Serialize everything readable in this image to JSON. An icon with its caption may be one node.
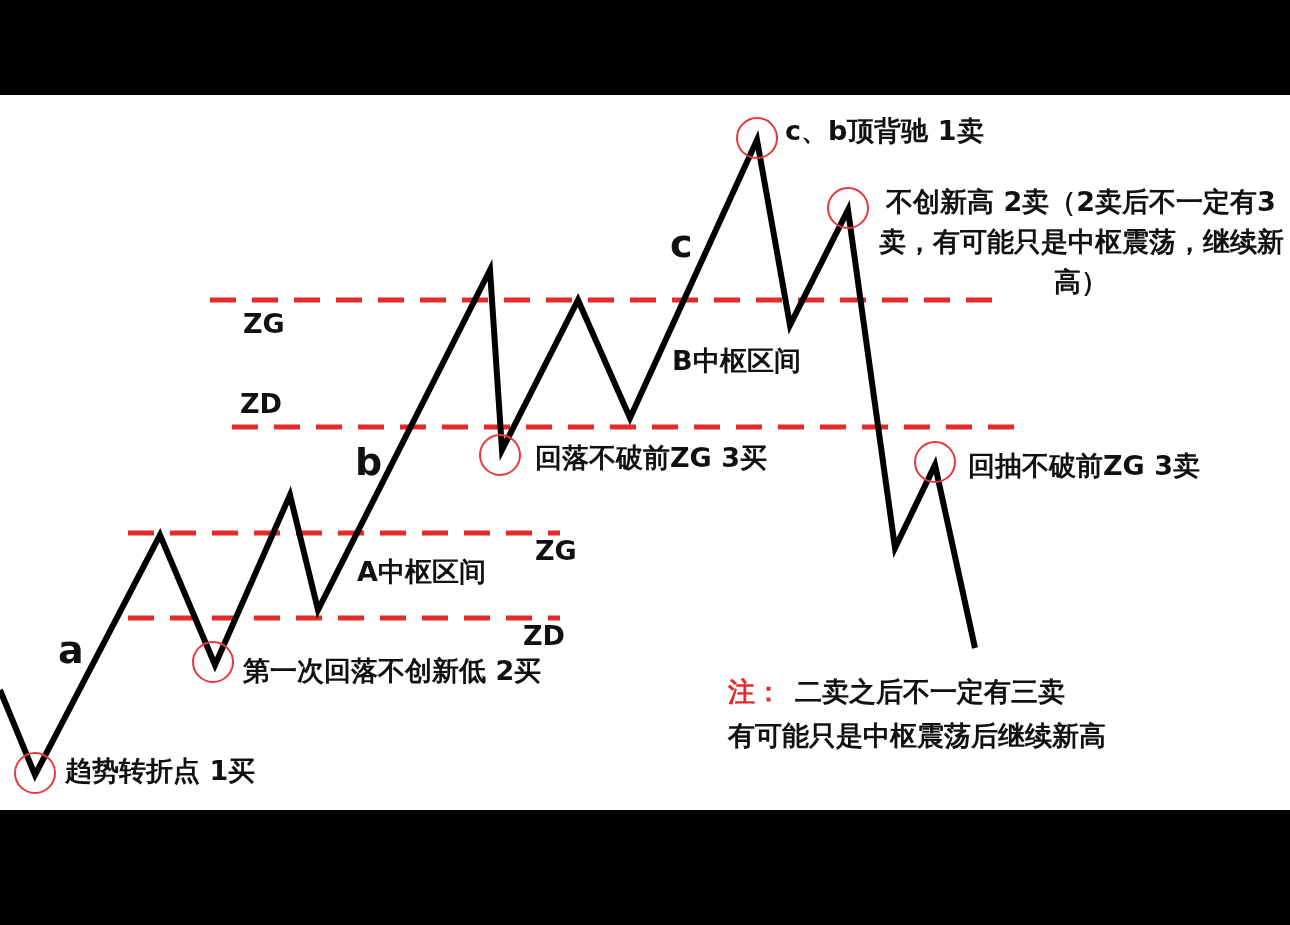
{
  "diagram": {
    "nodes": [
      {
        "text": [],
        "shape": "circle",
        "beside": [
          "趋势转折点 1买"
        ]
      },
      {
        "text": [],
        "shape": "circle",
        "beside": [
          "第一次回落不创新低 2买"
        ]
      },
      {
        "text": [],
        "shape": "circle",
        "beside": [
          "回落不破前ZG 3买"
        ]
      },
      {
        "text": [],
        "shape": "circle",
        "beside": [
          "c、b顶背驰 1卖"
        ]
      },
      {
        "text": [],
        "shape": "circle",
        "beside": [
          "不创新高 2卖（2卖后不一定有3卖，有可能只是中枢震荡，继续新高）"
        ]
      },
      {
        "text": [],
        "shape": "circle",
        "beside": [
          "回抽不破前ZG 3卖"
        ]
      }
    ],
    "edges": [],
    "labels": [
      "c",
      "ZG",
      "ZD",
      "B中枢区间",
      "b",
      "A中枢区间",
      "ZG",
      "a",
      "ZD",
      "注：",
      "二卖之后不一定有三卖",
      "有可能只是中枢震荡后继续新高"
    ]
  }
}
